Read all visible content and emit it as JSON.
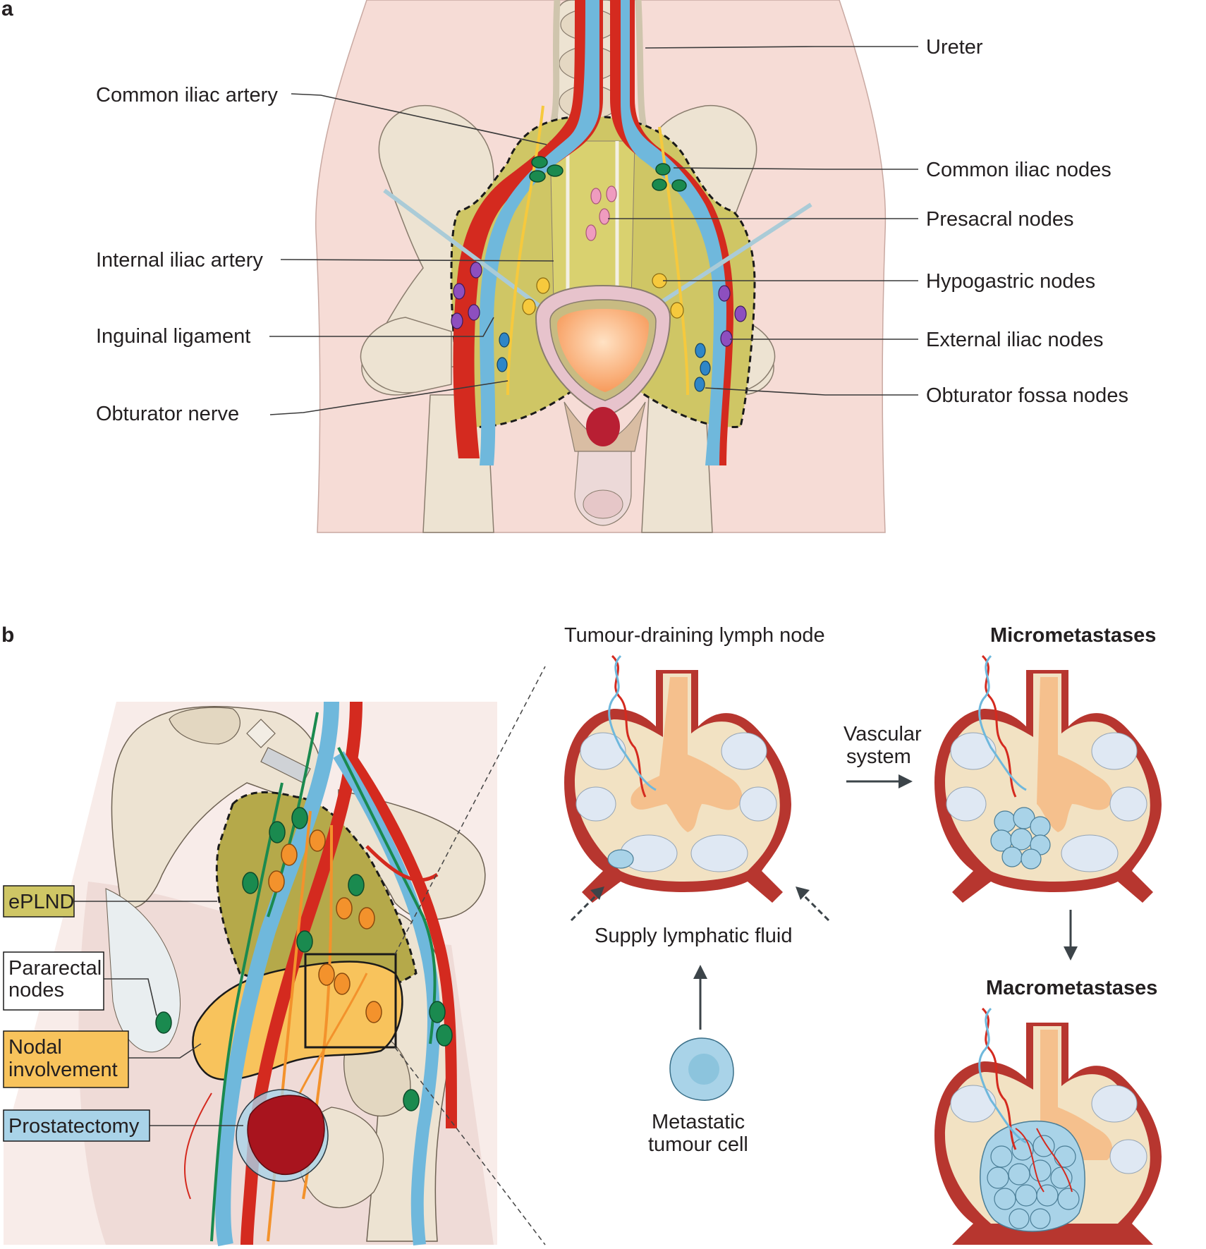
{
  "panel_a": {
    "letter": "a",
    "labels_left": {
      "common_iliac_artery": "Common iliac artery",
      "internal_iliac_artery": "Internal iliac artery",
      "inguinal_ligament": "Inguinal ligament",
      "obturator_nerve": "Obturator nerve"
    },
    "labels_right": {
      "ureter": "Ureter",
      "common_iliac_nodes": "Common iliac nodes",
      "presacral_nodes": "Presacral nodes",
      "hypogastric_nodes": "Hypogastric nodes",
      "external_iliac_nodes": "External iliac nodes",
      "obturator_fossa_nodes": "Obturator fossa nodes"
    }
  },
  "panel_b": {
    "letter": "b",
    "legend": {
      "eplnd": "ePLND",
      "pararectal_line1": "Pararectal",
      "pararectal_line2": "nodes",
      "nodal_line1": "Nodal",
      "nodal_line2": "involvement",
      "prostatectomy": "Prostatectomy"
    },
    "node_title": "Tumour-draining lymph node",
    "supply": "Supply lymphatic fluid",
    "metastatic_line1": "Metastatic",
    "metastatic_line2": "tumour cell",
    "vascular_line1": "Vascular",
    "vascular_line2": "system",
    "micro": "Micrometastases",
    "macro": "Macrometastases"
  },
  "colors": {
    "skin": "#f6dcd6",
    "bone": "#ede3d2",
    "artery": "#d42a1f",
    "vein": "#6fb8dc",
    "eplnd_fill": "#cfc665",
    "nodal_fill": "#f8c35c",
    "pararectal_fill": "#ffffff",
    "prostatectomy_fill": "#a9d3e8",
    "green_node": "#1a8a4f",
    "orange_node": "#f3922c",
    "purple_node": "#8d4fbf",
    "blue_node": "#2f86c7",
    "yellow_node": "#f6c93d",
    "pink_node": "#ef9cbf"
  }
}
